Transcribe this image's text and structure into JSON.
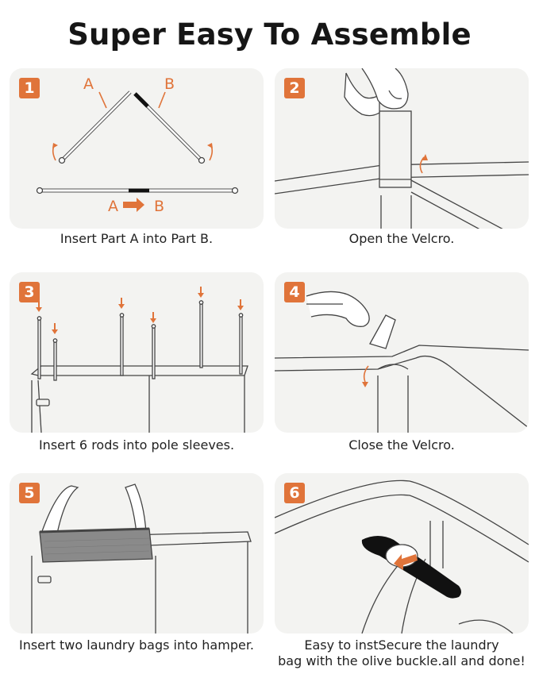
{
  "title": "Super Easy To Assemble",
  "steps": [
    {
      "number": "1",
      "caption": "Insert Part A into Part B."
    },
    {
      "number": "2",
      "caption": "Open the Velcro."
    },
    {
      "number": "3",
      "caption": "Insert 6 rods into pole sleeves."
    },
    {
      "number": "4",
      "caption": "Close the Velcro."
    },
    {
      "number": "5",
      "caption": "Insert two laundry bags into hamper."
    },
    {
      "number": "6",
      "caption_line1": "Easy to instSecure the laundry",
      "caption_line2": "bag with the olive buckle.all and done!"
    }
  ],
  "step1_labels": {
    "a_top": "A",
    "b_top": "B",
    "a_bottom": "A",
    "b_bottom": "B"
  },
  "colors": {
    "accent": "#e0743a",
    "card": "#f3f3f1",
    "line": "#3a3a3a"
  }
}
